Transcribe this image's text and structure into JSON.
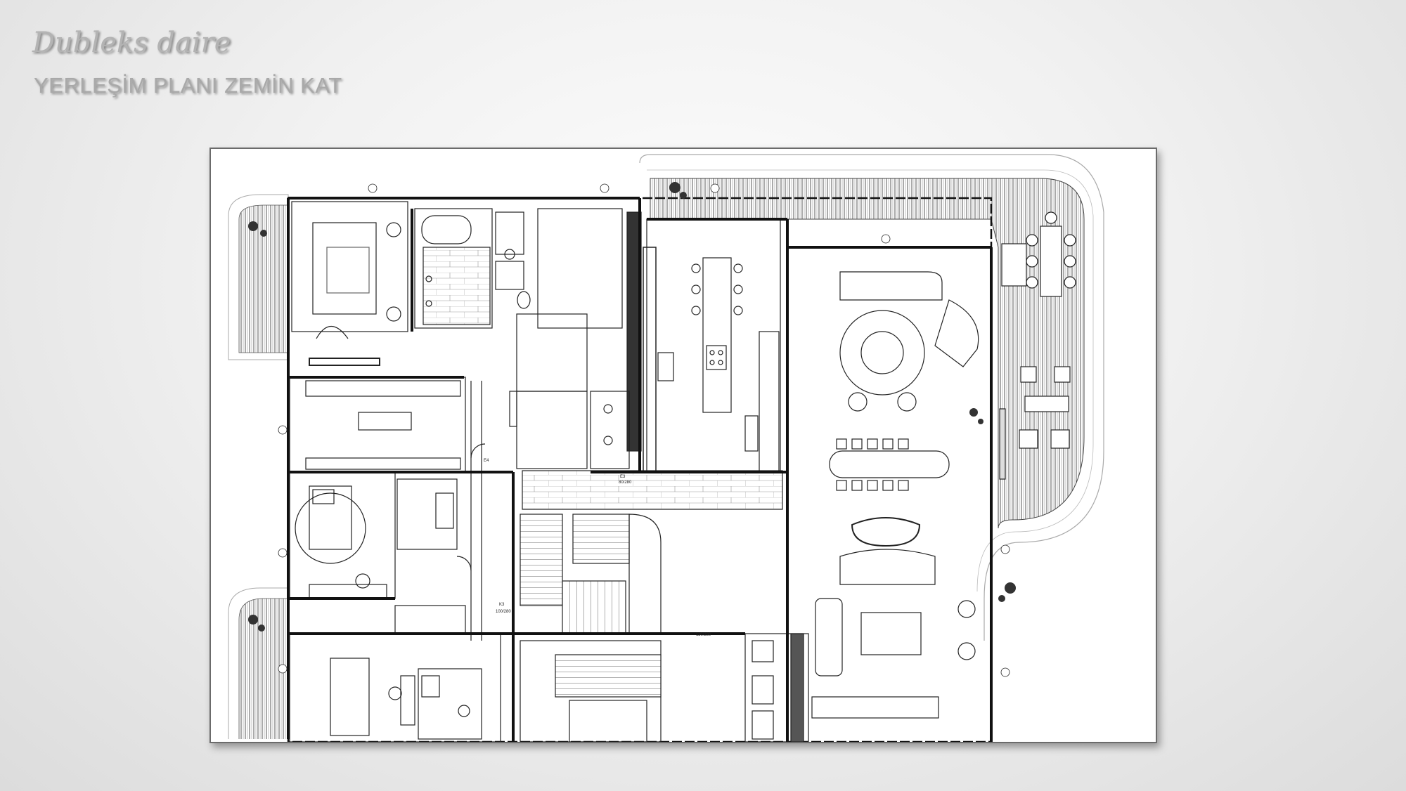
{
  "header": {
    "subtitle_script": "Dubleks daire",
    "title": "YERLEŞİM PLANI ZEMİN KAT"
  },
  "plan": {
    "door_labels": {
      "d1": "100/280",
      "d2": "110/280",
      "d3": "80/280",
      "d4": "K3",
      "d5": "E4",
      "d6": "E3"
    }
  }
}
